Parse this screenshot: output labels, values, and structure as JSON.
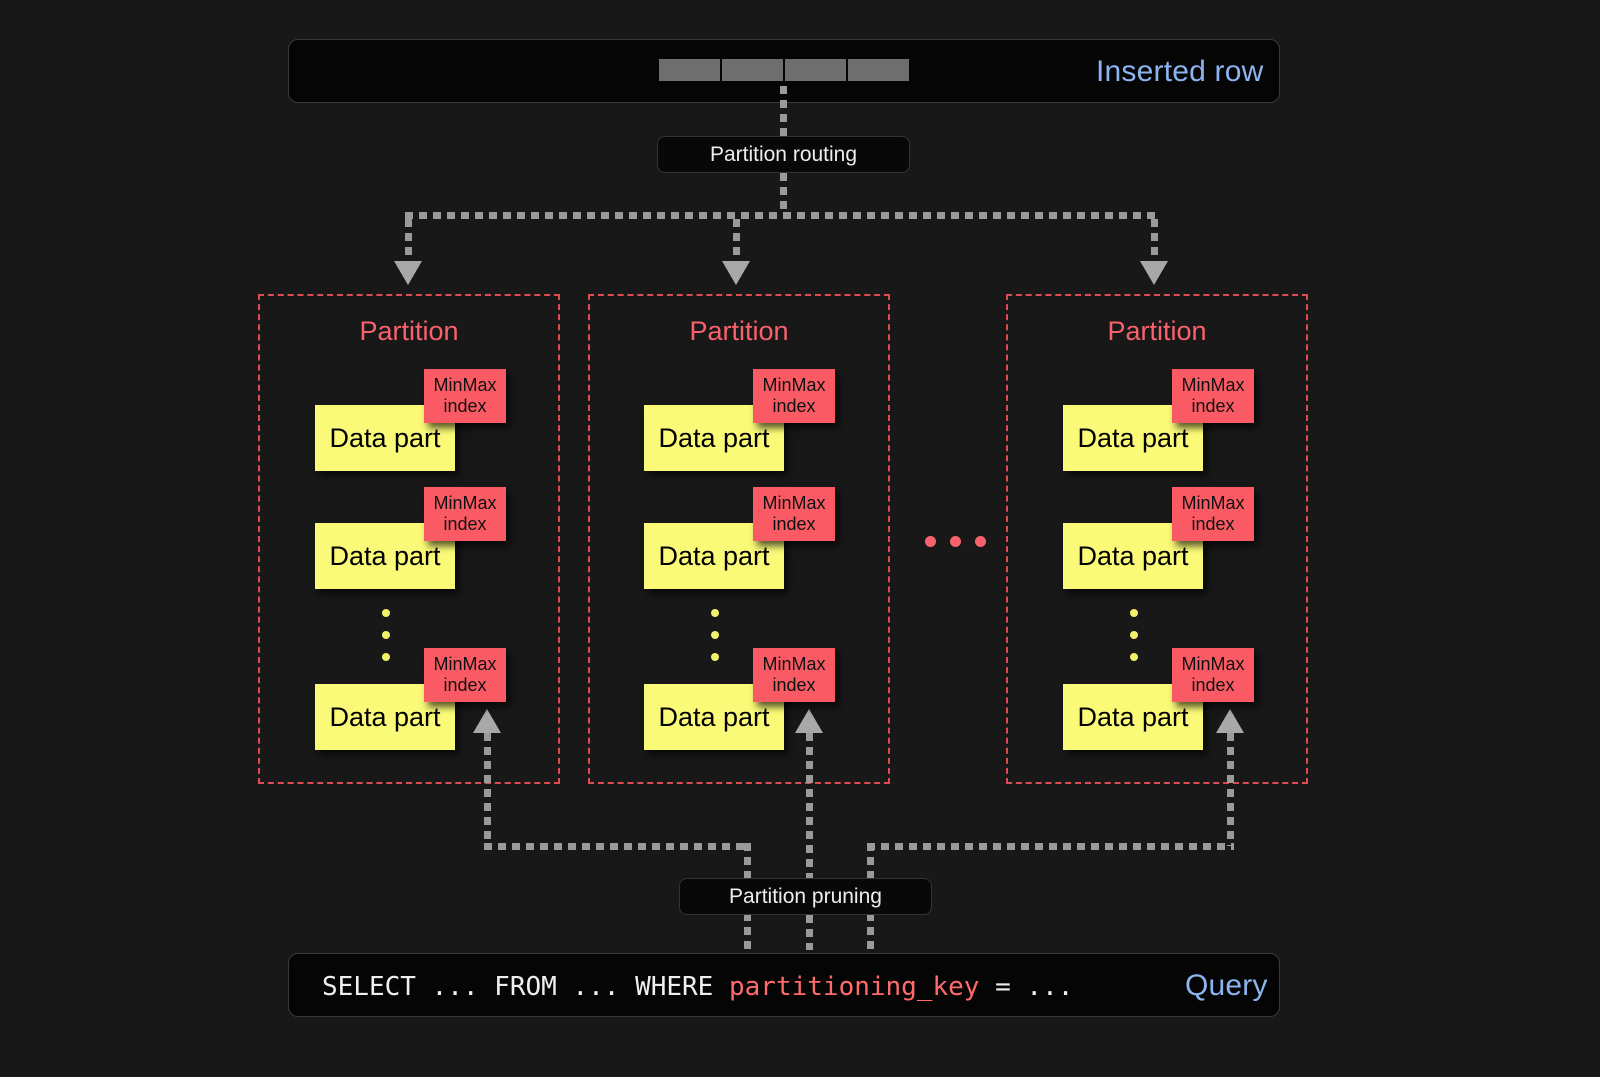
{
  "background": "#181818",
  "colors": {
    "accent_blue": "#8cb4f0",
    "partition_red": "#f9626c",
    "minmax_bg": "#fa5a64",
    "datapart_bg": "#fafa78",
    "line_gray": "#9a9a9a",
    "cell_gray": "#6e6e6e"
  },
  "top_bar": {
    "label": "Inserted row",
    "cells": [
      "cell-1",
      "cell-2",
      "cell-3",
      "cell-4"
    ]
  },
  "routing": {
    "label": "Partition routing"
  },
  "pruning": {
    "label": "Partition pruning"
  },
  "bottom_bar": {
    "label": "Query",
    "query_prefix": "SELECT ... FROM ... WHERE ",
    "query_key": "partitioning_key",
    "query_suffix": " = ..."
  },
  "partitions": [
    {
      "title": "Partition",
      "parts": [
        {
          "label": "Data part",
          "index_label_line1": "MinMax",
          "index_label_line2": "index"
        },
        {
          "label": "Data part",
          "index_label_line1": "MinMax",
          "index_label_line2": "index"
        },
        {
          "label": "Data part",
          "index_label_line1": "MinMax",
          "index_label_line2": "index"
        }
      ]
    },
    {
      "title": "Partition",
      "parts": [
        {
          "label": "Data part",
          "index_label_line1": "MinMax",
          "index_label_line2": "index"
        },
        {
          "label": "Data part",
          "index_label_line1": "MinMax",
          "index_label_line2": "index"
        },
        {
          "label": "Data part",
          "index_label_line1": "MinMax",
          "index_label_line2": "index"
        }
      ]
    },
    {
      "title": "Partition",
      "parts": [
        {
          "label": "Data part",
          "index_label_line1": "MinMax",
          "index_label_line2": "index"
        },
        {
          "label": "Data part",
          "index_label_line1": "MinMax",
          "index_label_line2": "index"
        },
        {
          "label": "Data part",
          "index_label_line1": "MinMax",
          "index_label_line2": "index"
        }
      ]
    }
  ],
  "ellipsis_between_partitions": "..."
}
